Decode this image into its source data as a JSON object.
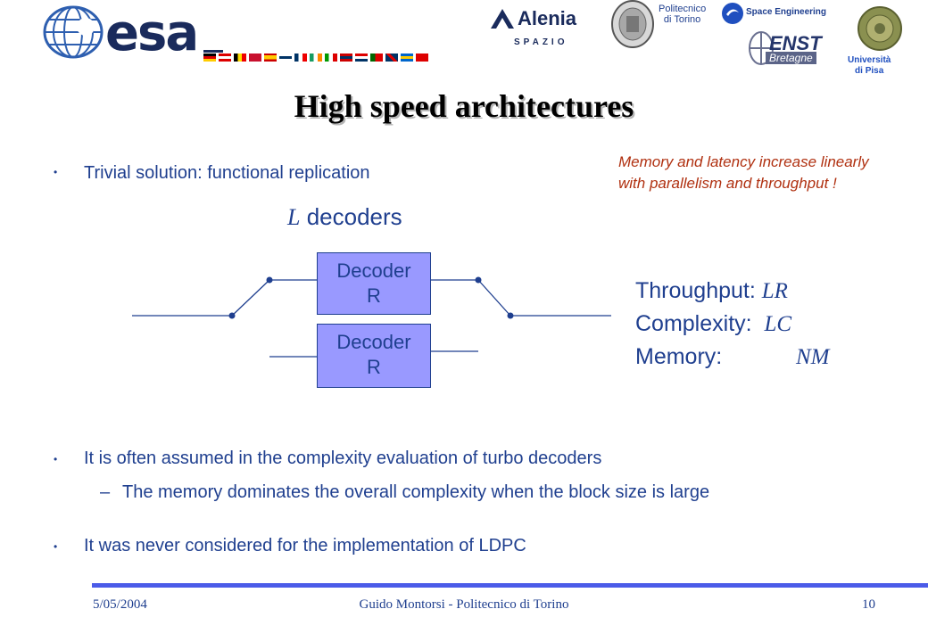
{
  "header": {
    "esa_logo": "esa",
    "alenia_logo": "Alenia",
    "alenia_sub": "SPAZIO",
    "polito_logo_line1": "Politecnico",
    "polito_logo_line2": "di Torino",
    "space_eng_logo": "Space Engineering",
    "enst_logo": "ENST",
    "enst_sub": "Bretagne",
    "unipisa_line1": "Università",
    "unipisa_line2": "di Pisa"
  },
  "title": "High speed architectures",
  "bullets": {
    "b1": "Trivial solution: functional replication",
    "b2": "It is often assumed in the complexity evaluation of turbo decoders",
    "b2_sub": "The memory dominates the overall complexity when the block size is large",
    "b3": "It was never considered for the implementation of LDPC"
  },
  "diagram": {
    "l_var": "L",
    "l_label": "decoders",
    "decoder1_line1": "Decoder",
    "decoder1_line2": "R",
    "decoder2_line1": "Decoder",
    "decoder2_line2": "R"
  },
  "note": "Memory and latency increase linearly with parallelism and throughput !",
  "stats": {
    "throughput_label": "Throughput:",
    "throughput_value": "LR",
    "complexity_label": "Complexity:",
    "complexity_value": "LC",
    "memory_label": "Memory:",
    "memory_value": "NM"
  },
  "footer": {
    "date": "5/05/2004",
    "author": "Guido Montorsi - Politecnico di Torino",
    "page": "10"
  },
  "colors": {
    "text_blue": "#1f3f8f",
    "note_red": "#b03010",
    "decoder_fill": "#9999ff",
    "footer_bar": "#4b5be8"
  }
}
